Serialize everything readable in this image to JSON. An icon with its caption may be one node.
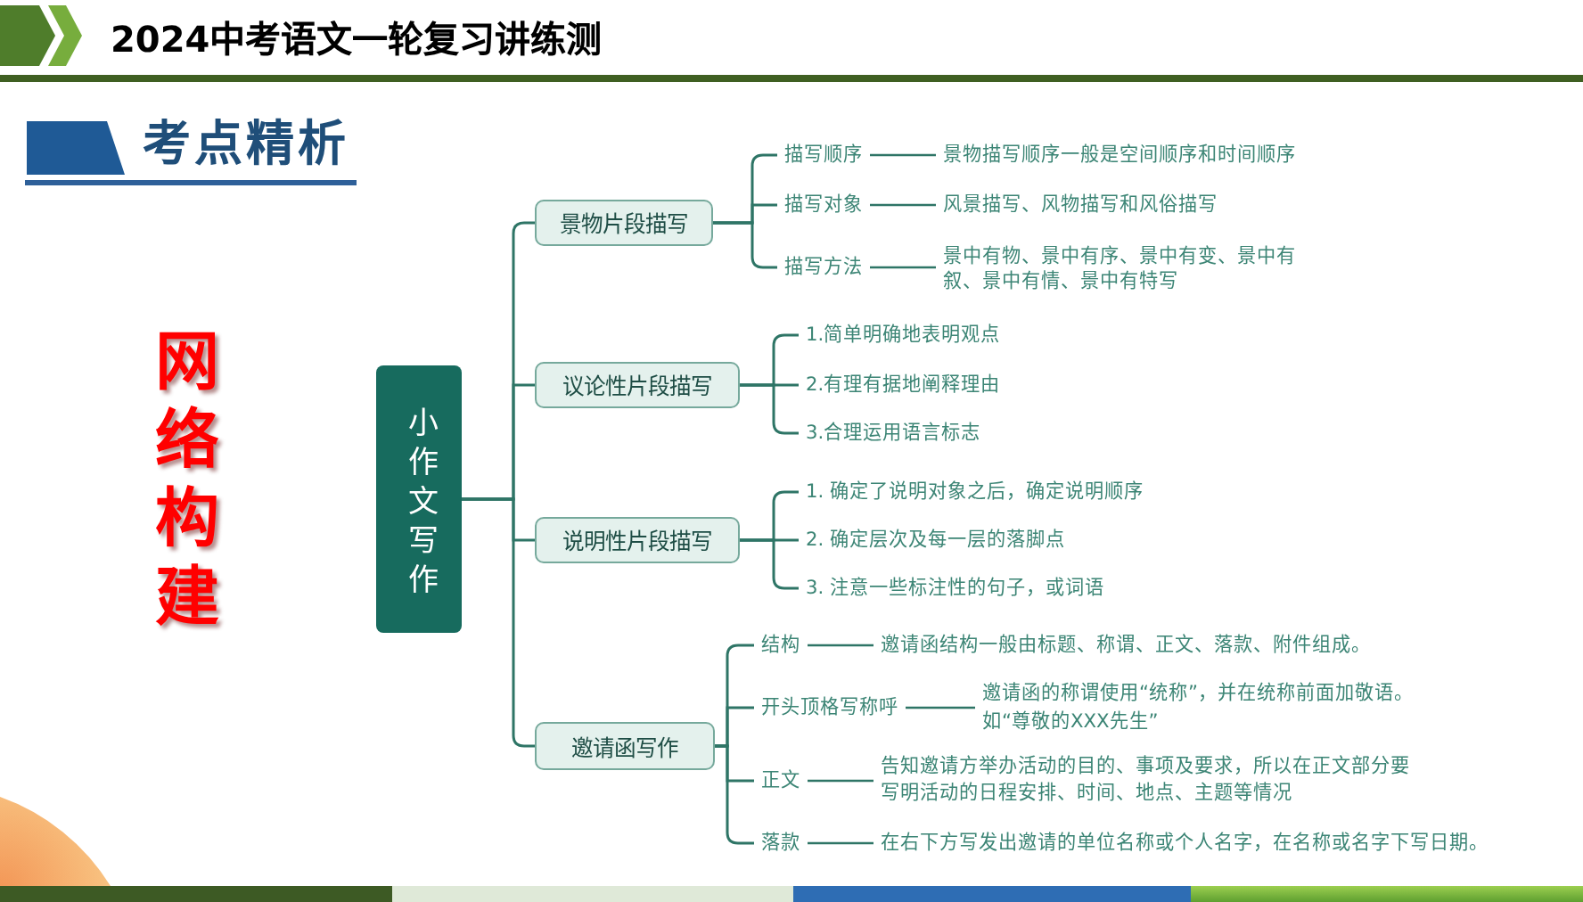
{
  "diagram": {
    "title": "2024中考语文一轮复习讲练测",
    "nodes": [
      {
        "text": [
          "小作文写作"
        ]
      },
      {
        "text": [
          "景物片段描写"
        ]
      },
      {
        "text": [
          "描写顺序"
        ]
      },
      {
        "text": [
          "景物描写顺序一般是空间顺序和时间顺序"
        ]
      },
      {
        "text": [
          "描写对象"
        ]
      },
      {
        "text": [
          "风景描写、风物描写和风俗描写"
        ]
      },
      {
        "text": [
          "描写方法"
        ]
      },
      {
        "text": [
          "景中有物、景中有序、景中有变、景中有叙、景中有情、景中有特写"
        ]
      },
      {
        "text": [
          "议论性片段描写"
        ]
      },
      {
        "text": [
          "1.简单明确地表明观点"
        ]
      },
      {
        "text": [
          "2.有理有据地阐释理由"
        ]
      },
      {
        "text": [
          "3.合理运用语言标志"
        ]
      },
      {
        "text": [
          "说明性片段描写"
        ]
      },
      {
        "text": [
          "1. 确定了说明对象之后，确定说明顺序"
        ]
      },
      {
        "text": [
          "2. 确定层次及每一层的落脚点"
        ]
      },
      {
        "text": [
          "3. 注意一些标注性的句子，或词语"
        ]
      },
      {
        "text": [
          "邀请函写作"
        ]
      },
      {
        "text": [
          "结构"
        ]
      },
      {
        "text": [
          "邀请函结构一般由标题、称谓、正文、落款、附件组成。"
        ]
      },
      {
        "text": [
          "开头顶格写称呼"
        ]
      },
      {
        "text": [
          "邀请函的称谓使用“统称”，并在统称前面加敬语。如“尊敬的XXX先生”"
        ]
      },
      {
        "text": [
          "正文"
        ]
      },
      {
        "text": [
          "告知邀请方举办活动的目的、事项及要求，所以在正文部分要写明活动的日程安排、时间、地点、主题等情况"
        ]
      },
      {
        "text": [
          "落款"
        ]
      },
      {
        "text": [
          "在右下方写发出邀请的单位名称或个人名字，在名称或名字下写日期。"
        ]
      }
    ],
    "edges": [
      {
        "from": 0,
        "to": 1,
        "arrow": "none"
      },
      {
        "from": 0,
        "to": 8,
        "arrow": "none"
      },
      {
        "from": 0,
        "to": 12,
        "arrow": "none"
      },
      {
        "from": 0,
        "to": 16,
        "arrow": "none"
      },
      {
        "from": 1,
        "to": 2,
        "arrow": "none"
      },
      {
        "from": 1,
        "to": 4,
        "arrow": "none"
      },
      {
        "from": 1,
        "to": 6,
        "arrow": "none"
      },
      {
        "from": 2,
        "to": 3,
        "arrow": "none"
      },
      {
        "from": 4,
        "to": 5,
        "arrow": "none"
      },
      {
        "from": 6,
        "to": 7,
        "arrow": "none"
      },
      {
        "from": 8,
        "to": 9,
        "arrow": "none"
      },
      {
        "from": 8,
        "to": 10,
        "arrow": "none"
      },
      {
        "from": 8,
        "to": 11,
        "arrow": "none"
      },
      {
        "from": 12,
        "to": 13,
        "arrow": "none"
      },
      {
        "from": 12,
        "to": 14,
        "arrow": "none"
      },
      {
        "from": 12,
        "to": 15,
        "arrow": "none"
      },
      {
        "from": 16,
        "to": 17,
        "arrow": "none"
      },
      {
        "from": 16,
        "to": 19,
        "arrow": "none"
      },
      {
        "from": 16,
        "to": 21,
        "arrow": "none"
      },
      {
        "from": 16,
        "to": 23,
        "arrow": "none"
      },
      {
        "from": 17,
        "to": 18,
        "arrow": "none"
      },
      {
        "from": 19,
        "to": 20,
        "arrow": "none"
      },
      {
        "from": 21,
        "to": 22,
        "arrow": "none"
      },
      {
        "from": 23,
        "to": 24,
        "arrow": "none"
      }
    ],
    "labels": [
      "考点精析",
      "网络构建"
    ]
  }
}
